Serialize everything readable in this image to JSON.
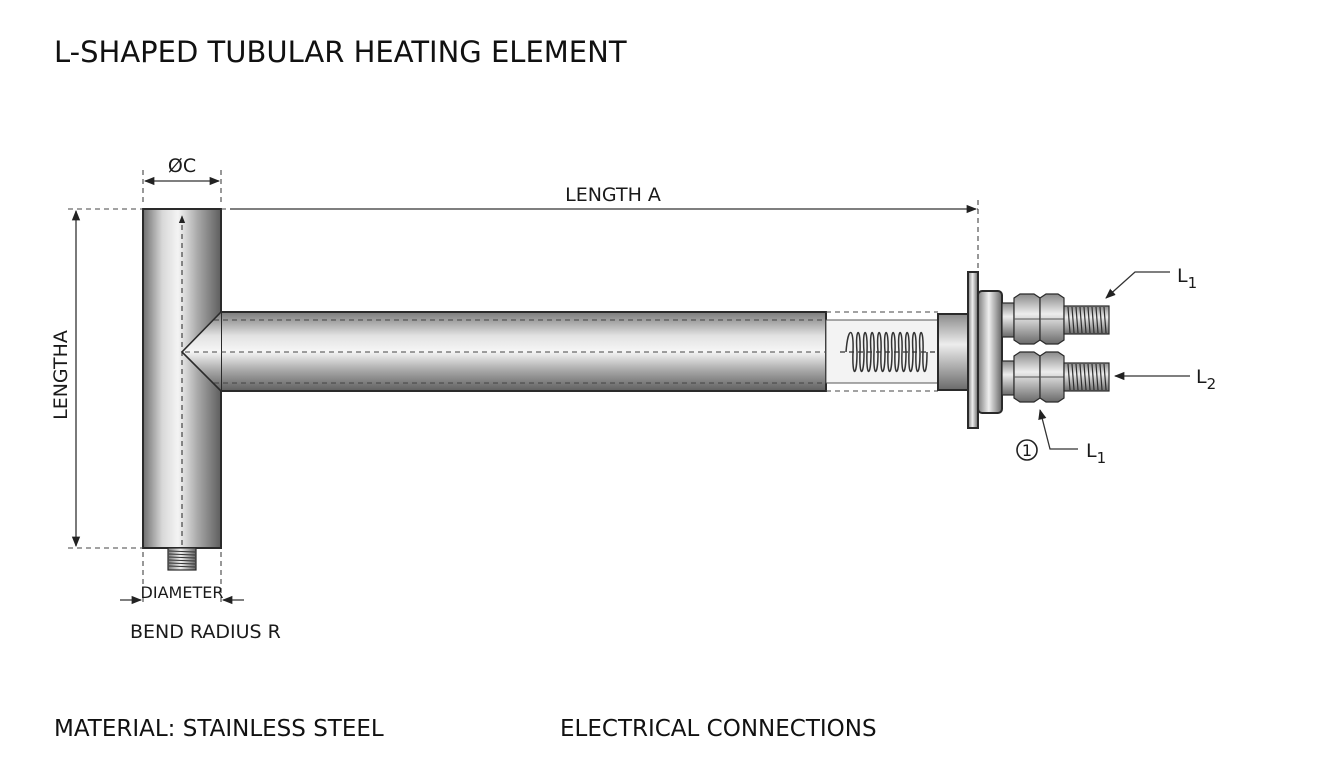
{
  "title": "L-SHAPED TUBULAR HEATING ELEMENT",
  "dimensions": {
    "diameter_c": "ØC",
    "length_a_horizontal": "LENGTH A",
    "length_a_vertical": "LENGTHA",
    "diameter": "DIAMETER",
    "bend_radius": "BEND RADIUS R"
  },
  "terminals": {
    "top_label": "L",
    "top_sub": "1",
    "right_label": "L",
    "right_sub": "2",
    "bottom_label": "L",
    "bottom_sub": "1",
    "marker": "1"
  },
  "footer": {
    "material": "MATERIAL: STAINLESS STEEL",
    "connections": "ELECTRICAL CONNECTIONS"
  },
  "icons": {
    "heating-element": "l-shaped-tube",
    "heating-coil": "coil-spring",
    "terminal-nut": "hex-nut"
  }
}
